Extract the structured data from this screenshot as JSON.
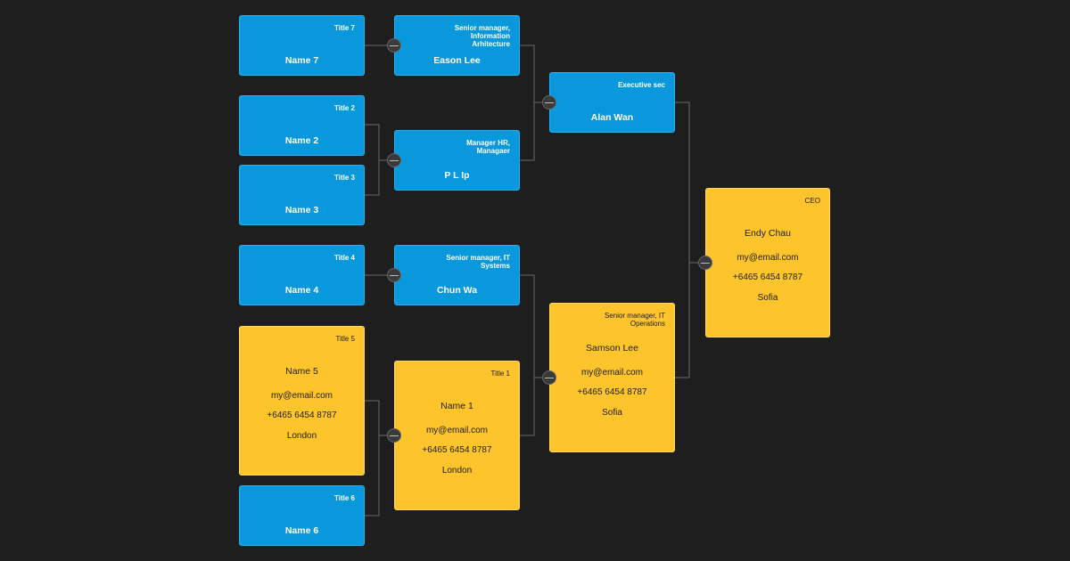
{
  "colors": {
    "background": "#1e1e1e",
    "card_blue": "#0a98dc",
    "card_yellow": "#fdc42b",
    "connector": "#6b6b6b"
  },
  "nodes": {
    "n7": {
      "title": "Title 7",
      "name": "Name 7"
    },
    "eason": {
      "title": "Senior manager, Information Arhitecture",
      "name": "Eason Lee"
    },
    "n2": {
      "title": "Title 2",
      "name": "Name 2"
    },
    "n3": {
      "title": "Title 3",
      "name": "Name 3"
    },
    "pl": {
      "title": "Manager HR, Managaer",
      "name": "P L Ip"
    },
    "alan": {
      "title": "Executive sec",
      "name": "Alan Wan"
    },
    "n4": {
      "title": "Title 4",
      "name": "Name 4"
    },
    "chun": {
      "title": "Senior manager, IT Systems",
      "name": "Chun Wa"
    },
    "n5": {
      "title": "Title 5",
      "name": "Name 5",
      "email": "my@email.com",
      "phone": "+6465 6454 8787",
      "city": "London"
    },
    "n1": {
      "title": "Title 1",
      "name": "Name 1",
      "email": "my@email.com",
      "phone": "+6465 6454 8787",
      "city": "London"
    },
    "n6": {
      "title": "Title 6",
      "name": "Name 6"
    },
    "samson": {
      "title": "Senior manager, IT Operations",
      "name": "Samson Lee",
      "email": "my@email.com",
      "phone": "+6465 6454 8787",
      "city": "Sofia"
    },
    "ceo": {
      "title": "CEO",
      "name": "Endy Chau",
      "email": "my@email.com",
      "phone": "+6465 6454 8787",
      "city": "Sofia"
    }
  }
}
